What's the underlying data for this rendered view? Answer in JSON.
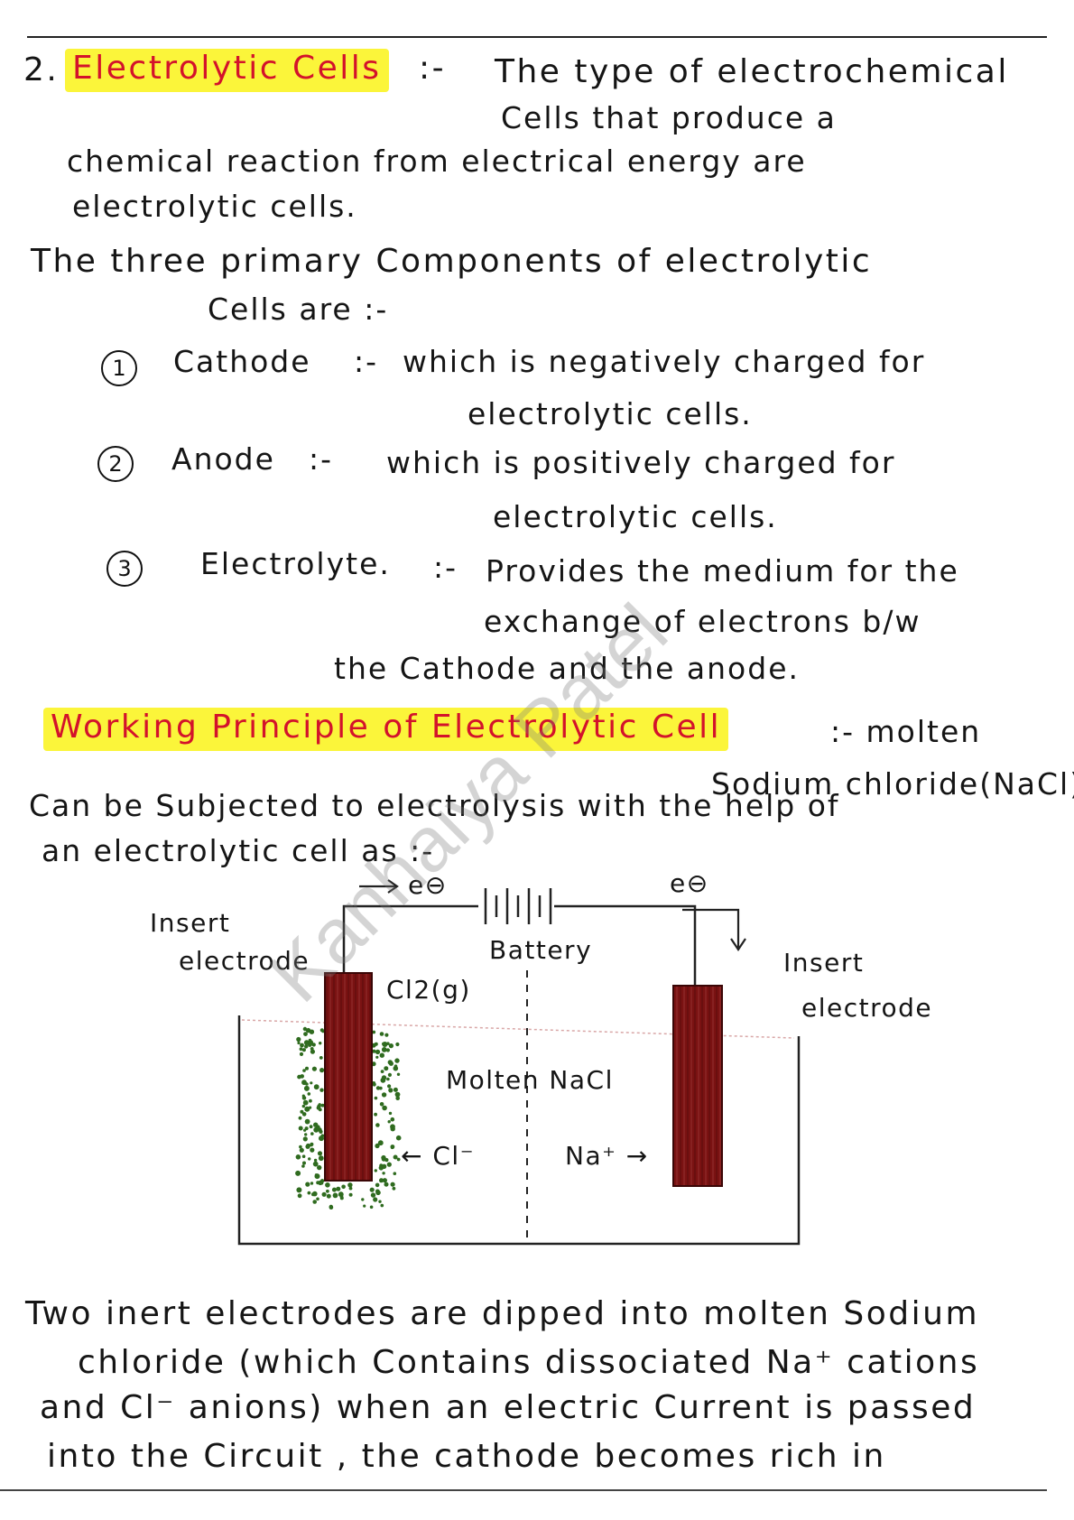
{
  "section": {
    "number": "2.",
    "title": "Electrolytic Cells",
    "sep": ":-",
    "def_l1": "The type of electrochemical",
    "def_l2": "Cells that produce a",
    "def_l3": "chemical reaction from electrical energy are",
    "def_l4": "electrolytic cells."
  },
  "components": {
    "intro_l1": "The three primary Components of electrolytic",
    "intro_l2": "Cells are :-",
    "items": [
      {
        "num": "1",
        "name": "Cathode",
        "sep": ":-",
        "desc_l1": "which is negatively charged for",
        "desc_l2": "electrolytic cells."
      },
      {
        "num": "2",
        "name": "Anode",
        "sep": ":-",
        "desc_l1": "which is positively charged for",
        "desc_l2": "electrolytic cells."
      },
      {
        "num": "3",
        "name": "Electrolyte.",
        "sep": ":-",
        "desc_l1": "Provides the medium for the",
        "desc_l2": "exchange of electrons b/w",
        "desc_l3": "the Cathode and the anode."
      }
    ]
  },
  "working": {
    "title": "Working Principle of Electrolytic Cell",
    "after_title": ":- molten",
    "l2_right": "Sodium chloride(NaCl)",
    "l3": "Can be Subjected to electrolysis with the help of",
    "l4": "an electrolytic cell as :-"
  },
  "diagram": {
    "electron_left": "e⊖",
    "electron_right": "e⊖",
    "battery": "Battery",
    "insert_left": "Insert\nelectrode",
    "insert_left_l1": "Insert",
    "insert_left_l2": "electrode",
    "insert_right_l1": "Insert",
    "insert_right_l2": "electrode",
    "cl2": "Cl2(g)",
    "molten": "Molten NaCl",
    "cl_ion": "← Cl⁻",
    "na_ion": "Na⁺ →",
    "electrode_color": "#7a1212",
    "gas_color": "#2f6b1f"
  },
  "closing": {
    "l1": "Two inert electrodes are dipped into molten Sodium",
    "l2": "chloride (which Contains dissociated Na⁺ cations",
    "l3": "and Cl⁻ anions) when an electric Current is passed",
    "l4": "into the Circuit , the cathode becomes rich in"
  },
  "watermark": "Kanhaiya Patel",
  "colors": {
    "highlight": "#fbf53a",
    "heading": "#d3122b"
  }
}
